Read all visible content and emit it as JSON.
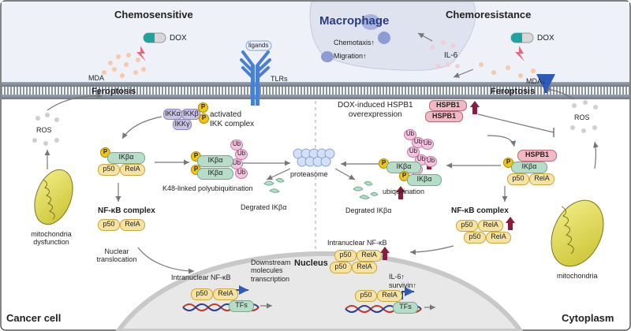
{
  "headings": {
    "left": "Chemosensitive",
    "right": "Chemoresistance",
    "macrophage": "Macrophage",
    "nucleus": "Nucleus",
    "cancer_cell": "Cancer cell",
    "cytoplasm": "Cytoplasm"
  },
  "labels": {
    "dox": "DOX",
    "mda": "MDA",
    "mda_down": "MDA↓",
    "feroptosis": "Feroptosis",
    "ligands": "ligands",
    "tlrs": "TLRs",
    "activated_ikk": "activated\nIKK complex",
    "ros": "ROS",
    "mito_dysfunction": "mitochondria\ndysfunction",
    "mitochondria": "mitochondria",
    "k48": "K48-linked polyubiquitination",
    "proteasome": "proteasome",
    "degraded": "Degrated IKβα",
    "ubiquitination": "ubiquitination",
    "nfkb_complex": "NF-κB complex",
    "nuclear_translocation": "Nuclear\ntranslocation",
    "intranuclear": "Intranuclear NF-κB",
    "downstream": "Downstream\nmolecules\ntranscription",
    "il6": "IL-6",
    "chemotaxis": "Chemotaxis↑",
    "migration": "Migration↑",
    "dox_hspb1": "DOX-induced HSPB1\noverexpression",
    "hspb1": "HSPB1",
    "il6_up": "IL-6↑",
    "survivin_up": "survivin↑",
    "tfs": "TFs"
  },
  "proteins": {
    "ikka": "IKKα",
    "ikkb": "IKKβ",
    "ikkg": "IKKγ",
    "p": "P",
    "ub": "Ub",
    "ikba": "IKβα",
    "p50": "p50",
    "rela": "RelA"
  },
  "colors": {
    "ikba": "#b7dcc8",
    "p50": "#f6e3a3",
    "ikk": "#c9c3e6",
    "phos": "#f0c419",
    "ub": "#f2c4de",
    "hspb1": "#f0b9c3",
    "dark_red": "#8c1c3a",
    "blue_arrow": "#2f5bb8"
  }
}
